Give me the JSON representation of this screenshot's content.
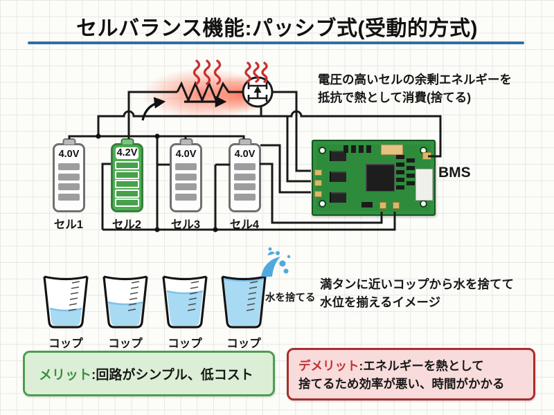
{
  "title": "セルバランス機能:パッシブ式(受動的方式)",
  "circuit": {
    "note_line1": "電圧の高いセルの余剰エネルギーを",
    "note_line2": "抵抗で熱として消費(捨てる)",
    "bms_label": "BMS",
    "cells": [
      {
        "label": "セル1",
        "voltage": "4.0V",
        "highlighted": false
      },
      {
        "label": "セル2",
        "voltage": "4.2V",
        "highlighted": true
      },
      {
        "label": "セル3",
        "voltage": "4.0V",
        "highlighted": false
      },
      {
        "label": "セル4",
        "voltage": "4.0V",
        "highlighted": false
      }
    ]
  },
  "analogy": {
    "cups": [
      {
        "label": "コップ",
        "level_percent": 35
      },
      {
        "label": "コップ",
        "level_percent": 48
      },
      {
        "label": "コップ",
        "level_percent": 68
      },
      {
        "label": "コップ",
        "level_percent": 95
      }
    ],
    "discard_label": "水を捨てる",
    "note_line1": "満タンに近いコップから水を捨てて",
    "note_line2": "水位を揃えるイメージ"
  },
  "merit": {
    "label": "メリット",
    "text": ":回路がシンプル、低コスト"
  },
  "demerit": {
    "label": "デメリット",
    "text_line1": ":エネルギーを熱として",
    "text_line2": "捨てるため効率が悪い、時間がかかる"
  },
  "colors": {
    "title_underline": "#2d6fa3",
    "merit_accent": "#3b8e3f",
    "demerit_accent": "#c13030",
    "highlight_cell": "#4caf50",
    "water": "#a9daf3",
    "heat_glow": "#ff5a3c",
    "pcb": "#2e8b3c",
    "wire": "#191919"
  }
}
